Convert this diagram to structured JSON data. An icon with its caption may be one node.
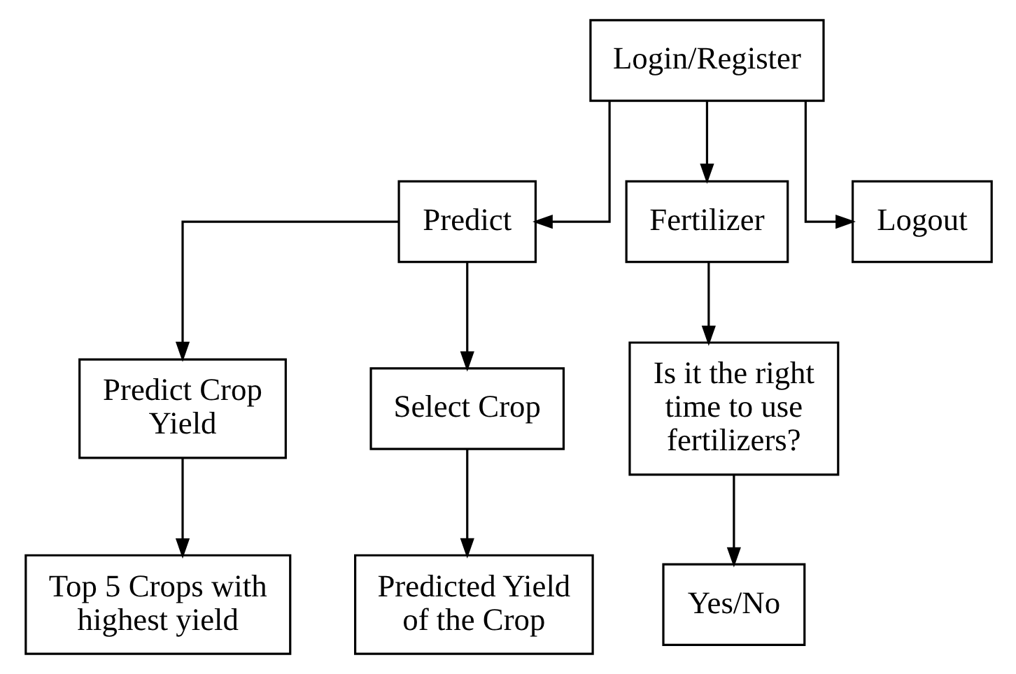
{
  "diagram": {
    "nodes": [
      {
        "text": [
          "Login/Register"
        ]
      },
      {
        "text": [
          "Predict"
        ]
      },
      {
        "text": [
          "Fertilizer"
        ]
      },
      {
        "text": [
          "Logout"
        ]
      },
      {
        "text": [
          "Predict Crop Yield"
        ]
      },
      {
        "text": [
          "Select Crop"
        ]
      },
      {
        "text": [
          "Is it the right time to use fertilizers?"
        ]
      },
      {
        "text": [
          "Top 5 Crops with highest yield"
        ]
      },
      {
        "text": [
          "Predicted Yield of the Crop"
        ]
      },
      {
        "text": [
          "Yes/No"
        ]
      }
    ],
    "edges": [
      {
        "from": 0,
        "to": 1,
        "arrow": "to"
      },
      {
        "from": 0,
        "to": 2,
        "arrow": "to"
      },
      {
        "from": 0,
        "to": 3,
        "arrow": "to"
      },
      {
        "from": 1,
        "to": 4,
        "arrow": "to"
      },
      {
        "from": 1,
        "to": 5,
        "arrow": "to"
      },
      {
        "from": 2,
        "to": 6,
        "arrow": "to"
      },
      {
        "from": 4,
        "to": 7,
        "arrow": "to"
      },
      {
        "from": 5,
        "to": 8,
        "arrow": "to"
      },
      {
        "from": 6,
        "to": 9,
        "arrow": "to"
      }
    ]
  }
}
